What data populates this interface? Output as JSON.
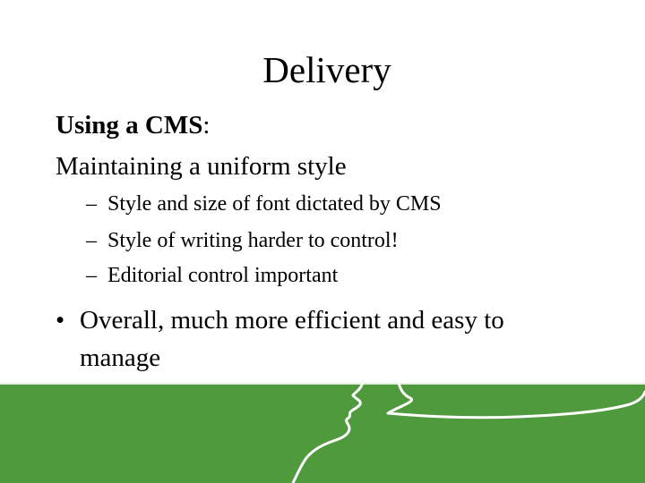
{
  "slide": {
    "title": "Delivery",
    "cms_heading": {
      "bold": "Using a CMS",
      "suffix": ":"
    },
    "subheading": "Maintaining a uniform style",
    "sub_items": [
      {
        "dash": "–",
        "text": "Style and size of font dictated by CMS"
      },
      {
        "dash": "–",
        "text": "Style of writing harder to control!"
      },
      {
        "dash": "–",
        "text": "Editorial control important"
      }
    ],
    "bullet": {
      "mark": "•",
      "text": "Overall, much more efficient and easy to manage"
    }
  },
  "colors": {
    "band": "#4f9a3d",
    "band_border": "#dfeedd",
    "silhouette_line": "#ffffff"
  },
  "decoration": {
    "band_icon": "face-profile-speech-bubble-icon"
  }
}
